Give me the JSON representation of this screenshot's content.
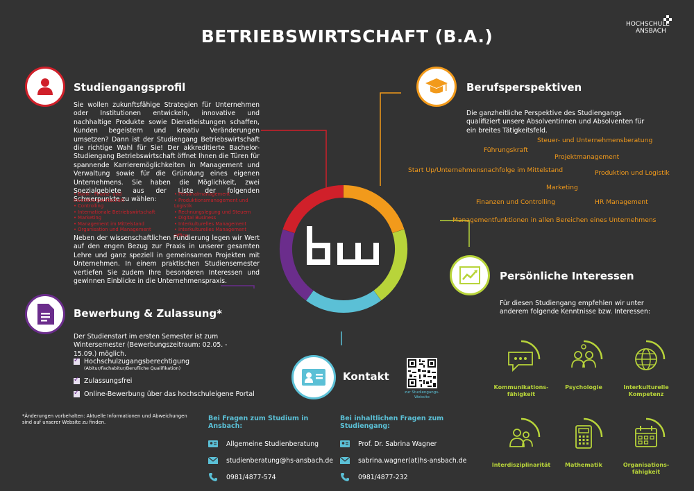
{
  "title": "BETRIEBSWIRTSCHAFT (B.A.)",
  "logo": {
    "line1": "HOCHSCHULE",
    "line2": "ANSBACH"
  },
  "profil": {
    "heading": "Studiengangsprofil",
    "text1": "Sie wollen zukunftsfähige Strategien für Unternehmen oder Institutionen entwickeln, innovative und nachhaltige Produkte sowie Dienstleistungen schaffen, Kunden begeistern und kreativ Veränderungen umsetzen? Dann ist der Studiengang Betriebswirtschaft die richtige Wahl für Sie! Der akkreditierte Bachelor-Studiengang Betriebswirtschaft öffnet Ihnen die Türen für spannende Karrieremöglichkeiten in Management und Verwaltung sowie für die Gründung eines eigenen Unternehmens. Sie haben die Möglichkeit, zwei Spezialgebiete aus der Liste der folgenden Schwerpunkte zu wählen:",
    "focus_left": [
      "Bank-, Finanz- und Investitionswirtschaft",
      "Controlling",
      "Internationale Betriebswirtschaft",
      "Marketing",
      "Management im Mittelstand",
      "Organisation und Management"
    ],
    "focus_right": [
      "Personalmanagement",
      "Produktionsmanagement und Logistik",
      "Rechnungslegung und Steuern",
      "Digital Business",
      "Interkulturelles Management",
      "Interkulturelles Management Office"
    ],
    "text2": "Neben der wissenschaftlichen Fundierung legen wir Wert auf den engen Bezug zur Praxis in unserer gesamten Lehre und ganz speziell in gemeinsamen Projekten mit Unternehmen. In einem praktischen Studiensemester vertiefen Sie zudem Ihre besonderen Interessen und gewinnen Einblicke in die Unternehmenspraxis."
  },
  "bewerbung": {
    "heading": "Bewerbung & Zulassung*",
    "text": "Der Studienstart im ersten Semester  ist zum Wintersemester (Bewerbungszeitraum: 02.05. - 15.09.) möglich.",
    "items": [
      {
        "label": "Hochschulzugangsberechtigung",
        "sub": "(Abitur/Fachabitur/Berufliche Qualifikation)"
      },
      {
        "label": "Zulassungsfrei",
        "sub": ""
      },
      {
        "label": "Online-Bewerbung über das hochschuleigene Portal",
        "sub": ""
      }
    ],
    "footnote": "*Änderungen vorbehalten: Aktuelle Informationen und Abweichungen sind auf unserer Website zu finden."
  },
  "beruf": {
    "heading": "Berufsperspektiven",
    "text": "Die ganzheitliche Perspektive des Studiengangs qualifiziert unsere Absolventinnen und Absolventen für ein breites Tätigkeitsfeld.",
    "fields": [
      "Steuer- und Unternehmensberatung",
      "Führungskraft",
      "Projektmanagement",
      "Start Up/Unternehmensnachfolge im Mittelstand",
      "Produktion und Logistik",
      "Marketing",
      "Finanzen und Controlling",
      "HR Management",
      "Managementfunktionen in allen Bereichen eines Unternehmens"
    ]
  },
  "center": {
    "logo": "bw"
  },
  "interessen": {
    "heading": "Persönliche Interessen",
    "text": "Für diesen Studiengang empfehlen wir unter anderem folgende Kenntnisse bzw. Interessen:",
    "items": [
      "Kommunikations-\nfähigkeit",
      "Psychologie",
      "Interkulturelle\nKompetenz",
      "Interdisziplinarität",
      "Mathematik",
      "Organisations-\nfähigkeit"
    ]
  },
  "kontakt": {
    "heading": "Kontakt",
    "qr_caption": "zur Studiengangs-\nWebsite",
    "col1": {
      "heading": "Bei Fragen zum Studium in Ansbach:",
      "name": "Allgemeine Studienberatung",
      "email": "studienberatung@hs-ansbach.de",
      "phone": "0981/4877-574"
    },
    "col2": {
      "heading": "Bei inhaltlichen Fragen zum Studiengang:",
      "name": "Prof. Dr. Sabrina Wagner",
      "email": "sabrina.wagner(at)hs-ansbach.de",
      "phone": "0981/4877-232"
    }
  },
  "colors": {
    "red": "#d0202a",
    "orange": "#f29a1b",
    "green": "#b8d43a",
    "blue": "#5bc0d6",
    "purple": "#6b2d8c",
    "background": "#333333"
  }
}
